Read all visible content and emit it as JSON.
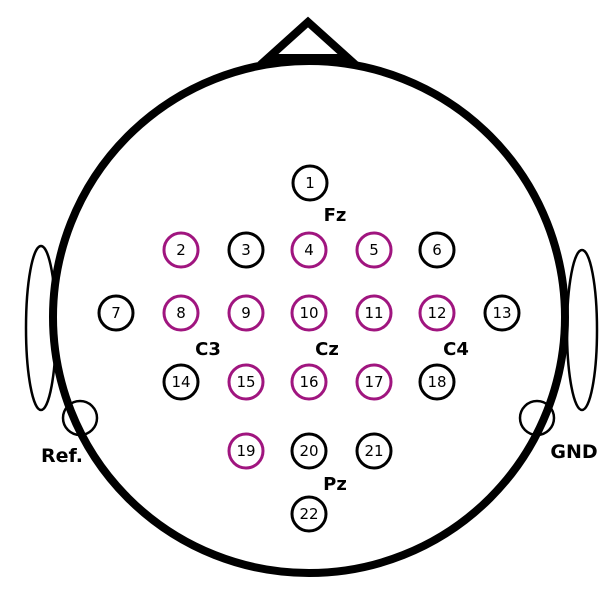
{
  "colors": {
    "outline": "#000000",
    "highlight": "#a0157f",
    "background": "#ffffff"
  },
  "labels": {
    "fz": "Fz",
    "cz": "Cz",
    "pz": "Pz",
    "c3": "C3",
    "c4": "C4",
    "ref": "Ref.",
    "gnd": "GND"
  },
  "electrodes": [
    {
      "label": "1",
      "highlighted": false
    },
    {
      "label": "2",
      "highlighted": true
    },
    {
      "label": "3",
      "highlighted": false
    },
    {
      "label": "4",
      "highlighted": true
    },
    {
      "label": "5",
      "highlighted": true
    },
    {
      "label": "6",
      "highlighted": false
    },
    {
      "label": "7",
      "highlighted": false
    },
    {
      "label": "8",
      "highlighted": true
    },
    {
      "label": "9",
      "highlighted": true
    },
    {
      "label": "10",
      "highlighted": true
    },
    {
      "label": "11",
      "highlighted": true
    },
    {
      "label": "12",
      "highlighted": true
    },
    {
      "label": "13",
      "highlighted": false
    },
    {
      "label": "14",
      "highlighted": false
    },
    {
      "label": "15",
      "highlighted": true
    },
    {
      "label": "16",
      "highlighted": true
    },
    {
      "label": "17",
      "highlighted": true
    },
    {
      "label": "18",
      "highlighted": false
    },
    {
      "label": "19",
      "highlighted": true
    },
    {
      "label": "20",
      "highlighted": false
    },
    {
      "label": "21",
      "highlighted": false
    },
    {
      "label": "22",
      "highlighted": false
    }
  ]
}
